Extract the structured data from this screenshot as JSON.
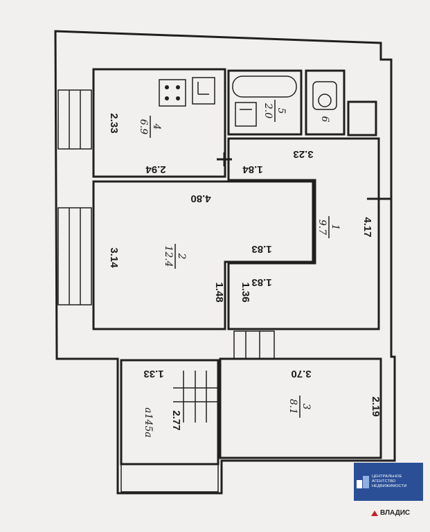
{
  "dimensions": {
    "d_233": "2.33",
    "d_294": "2.94",
    "d_184": "1.84",
    "d_323": "3.23",
    "d_480": "4.80",
    "d_314": "3.14",
    "d_183a": "1.83",
    "d_183b": "1.83",
    "d_148": "1.48",
    "d_136": "1.36",
    "d_417": "4.17",
    "d_133": "1.33",
    "d_370": "3.70",
    "d_277": "2.77",
    "d_219": "2.19"
  },
  "rooms": {
    "r1_num": "1",
    "r1_area": "9.7",
    "r2_num": "2",
    "r2_area": "12.4",
    "r3_num": "3",
    "r3_area": "8.1",
    "r4_num": "4",
    "r4_area": "6.9",
    "r5_num": "5",
    "r5_area": "2.0",
    "r6_num": "6",
    "balcony": "a145a"
  },
  "logo": {
    "line1": "ЦЕНТРАЛЬНОЕ",
    "line2": "АГЕНТСТВО",
    "line3": "НЕДВИЖИМОСТИ"
  },
  "brand": {
    "name": "ВЛАДИС"
  },
  "icons": [
    "stove-icon",
    "bathtub-icon",
    "sink-icon",
    "toilet-icon",
    "brand-house-icon"
  ],
  "colors": {
    "logo_bg": "#2a4f97",
    "brand_accent": "#c52127",
    "paper": "#f2f0ee"
  }
}
